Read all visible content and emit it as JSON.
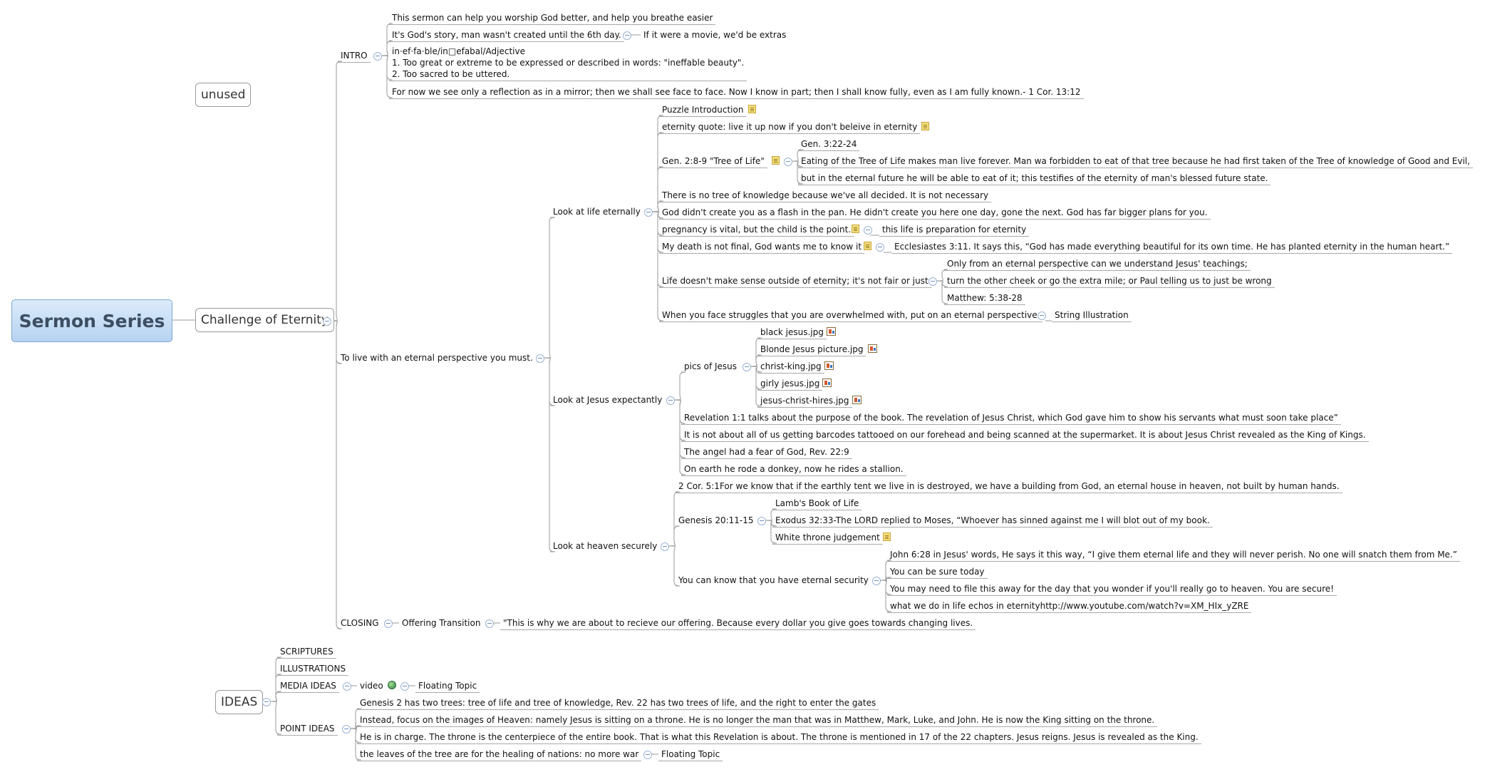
{
  "root": {
    "label": "Sermon Series"
  },
  "floating": {
    "unused": "unused"
  },
  "challenge": {
    "label": "Challenge of Eternity",
    "intro": {
      "label": "INTRO",
      "items": [
        "This sermon can help you worship God better, and help you breathe easier",
        "It's God's story, man wasn't created until the 6th day.",
        "in·ef·fa·ble/in□efabal/Adjective",
        "1. Too great or extreme to be expressed or described in words: \"ineffable beauty\".",
        "2. Too sacred to be uttered.",
        "For now we see only a reflection as in a mirror; then we shall see face to face. Now I know in part; then I shall know fully, even as I am fully known.- 1 Cor. 13:12"
      ],
      "movie": "If it were a movie, we'd be extras"
    },
    "perspective": {
      "label": "To live with an eternal perspective you must."
    },
    "life": {
      "label": "Look at life eternally",
      "puzzle": "Puzzle Introduction",
      "quote": "eternity quote:  live it up now if you don't beleive in eternity",
      "gen": "Gen. 2:8-9 \"Tree of Life\"",
      "gen_children": [
        "Gen. 3:22-24",
        "Eating of the Tree of Life makes man live forever.  Man wa forbidden to eat of that tree because he had first taken of the Tree of knowledge of Good and Evil,",
        "but in the eternal future he will be able to eat of it; this testifies of the eternity of man's blessed future state."
      ],
      "notree": "There is no tree of knowledge because we've all decided.  It is not necessary",
      "flash": "God didn't create you as a flash in the pan.  He didn't create you here one day, gone the next.  God has far bigger plans for you.",
      "pregnancy": "pregnancy is vital, but the child is the point.",
      "prep": "this life is preparation for eternity",
      "death": "My death is not final, God wants me to know it",
      "eccl": "Ecclesiastes 3:11.  It says this, “God has made everything beautiful for its own time.  He has planted eternity in the human heart.”",
      "nosense": "Life doesn't make sense outside of eternity; it's not fair or just",
      "nosense_children": [
        "Only from an eternal perspective can we understand Jesus' teachings;",
        "turn the other cheek or go the extra mile;  or Paul telling us to just be wrong",
        "Matthew: 5:38-28"
      ],
      "struggles": "When you face struggles that you are overwhelmed with, put on an eternal perspective.",
      "string": "String Illustration"
    },
    "jesus": {
      "label": "Look at Jesus expectantly",
      "pics": "pics of Jesus",
      "images": [
        "black jesus.jpg",
        "Blonde Jesus picture.jpg",
        "christ-king.jpg",
        "girly jesus.jpg",
        "jesus-christ-hires.jpg"
      ],
      "items": [
        "Revelation 1:1 talks about the purpose of the book.  The revelation of Jesus Christ, which God gave him to show his servants what must soon take place”",
        "It is not about all of us getting barcodes tattooed on our forehead and being scanned at the supermarket.  It is about Jesus Christ revealed as the King of Kings.",
        "The angel had a fear of God, Rev. 22:9",
        "On earth he rode a donkey, now he rides a stallion."
      ]
    },
    "heaven": {
      "label": "Look at heaven securely",
      "cor": "2 Cor. 5:1For we know that if the earthly tent we live in is destroyed, we have a building from God, an eternal house in heaven, not built by human hands.",
      "genesis": "Genesis 20:11-15",
      "genesis_children": [
        "Lamb's Book of Life",
        "Exodus 32:33-The LORD replied to Moses, “Whoever has sinned against me I will blot out of my book.",
        "White throne judgement"
      ],
      "security": "You can know that you have eternal security",
      "security_children": [
        "John 6:28 in Jesus' words, He says it this way, “I give them eternal life and they will never perish.  No one will snatch them from Me.”",
        "You can be sure today",
        "You may need to file this away for the day that you wonder if you'll really go to heaven.  You are secure!",
        "what we do in life echos in eternityhttp://www.youtube.com/watch?v=XM_HIx_yZRE"
      ]
    },
    "closing": {
      "label": "CLOSING",
      "transition": "Offering Transition",
      "quote": "\"This is why we are about to recieve our offering.  Because every dollar you give goes towards changing lives."
    }
  },
  "ideas": {
    "label": "IDEAS",
    "scriptures": "SCRIPTURES",
    "illustrations": "ILLUSTRATIONS",
    "media": "MEDIA IDEAS",
    "video": "video",
    "floating": "Floating Topic",
    "point": "POINT IDEAS",
    "point_items": [
      "Genesis 2 has two trees: tree of life and tree of knowledge, Rev. 22 has two trees of life, and the right to enter the gates",
      "Instead, focus on the images of Heaven: namely Jesus is sitting on a throne.  He is no longer the man that was in Matthew, Mark, Luke, and John.  He is now the King sitting on the throne.",
      "He is in charge.  The throne is the centerpiece of the entire book.  That is what this Revelation is about.  The throne is mentioned in 17 of the 22 chapters.  Jesus reigns.  Jesus is revealed as the King.",
      "the leaves of the tree are for the healing of nations:  no more war"
    ],
    "floating2": "Floating Topic"
  }
}
